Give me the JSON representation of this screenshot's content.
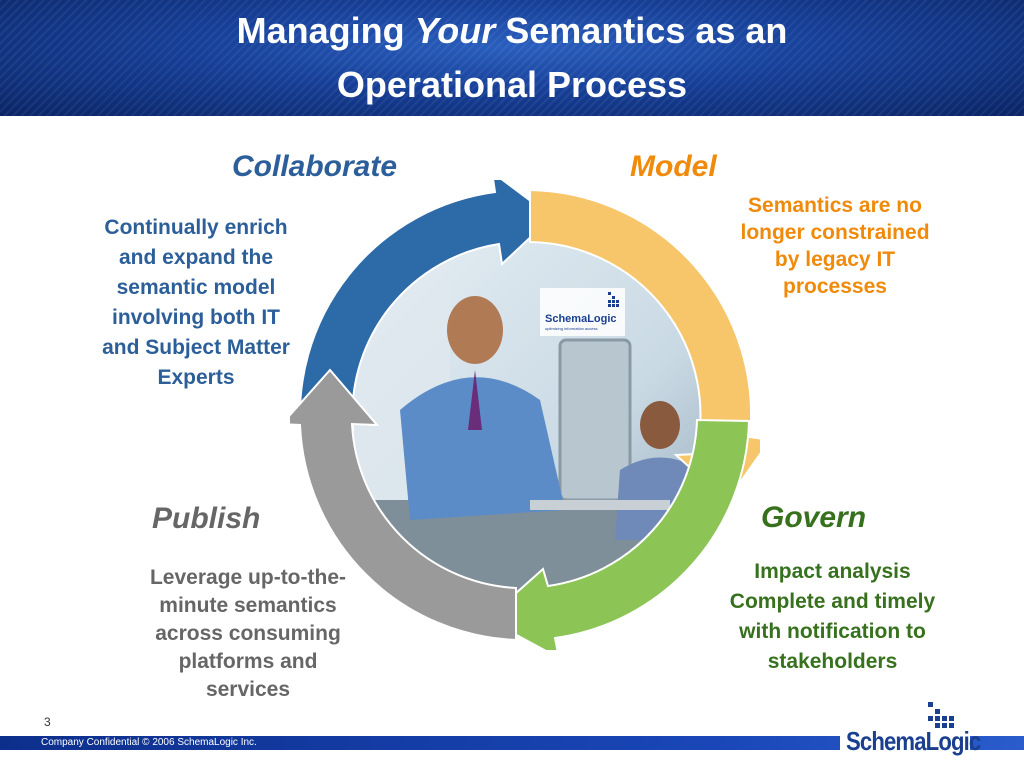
{
  "title": {
    "part1": "Managing ",
    "emphasis": "Your",
    "part2": " Semantics as an",
    "line2": "Operational Process"
  },
  "quadrants": {
    "collaborate": {
      "heading": "Collaborate",
      "lines": [
        "Continually enrich",
        "and expand the",
        "semantic model",
        "involving both IT",
        "and Subject Matter",
        "Experts"
      ]
    },
    "model": {
      "heading": "Model",
      "lines": [
        "Semantics are no",
        "longer constrained",
        "by legacy IT",
        "processes"
      ]
    },
    "govern": {
      "heading": "Govern",
      "lines": [
        "Impact analysis",
        "Complete and timely",
        "with notification to",
        "stakeholders"
      ]
    },
    "publish": {
      "heading": "Publish",
      "lines": [
        "Leverage up-to-the-",
        "minute semantics",
        "across consuming",
        "platforms and",
        "services"
      ]
    }
  },
  "photo_logo": {
    "name": "SchemaLogic",
    "tagline": "optimizing information access"
  },
  "slide_number": "3",
  "footer": {
    "text": "Company Confidential © 2006 SchemaLogic Inc."
  },
  "logo": {
    "text": "SchemaLogic"
  },
  "colors": {
    "collaborate": "#2c5f99",
    "model": "#f08a0b",
    "govern": "#37711d",
    "publish": "#666666",
    "header_blue": "#163f97",
    "arrow_blue": "#2d6aa8",
    "arrow_yellow": "#f7c66a",
    "arrow_green": "#8cc456",
    "arrow_gray": "#9a9a9a"
  }
}
